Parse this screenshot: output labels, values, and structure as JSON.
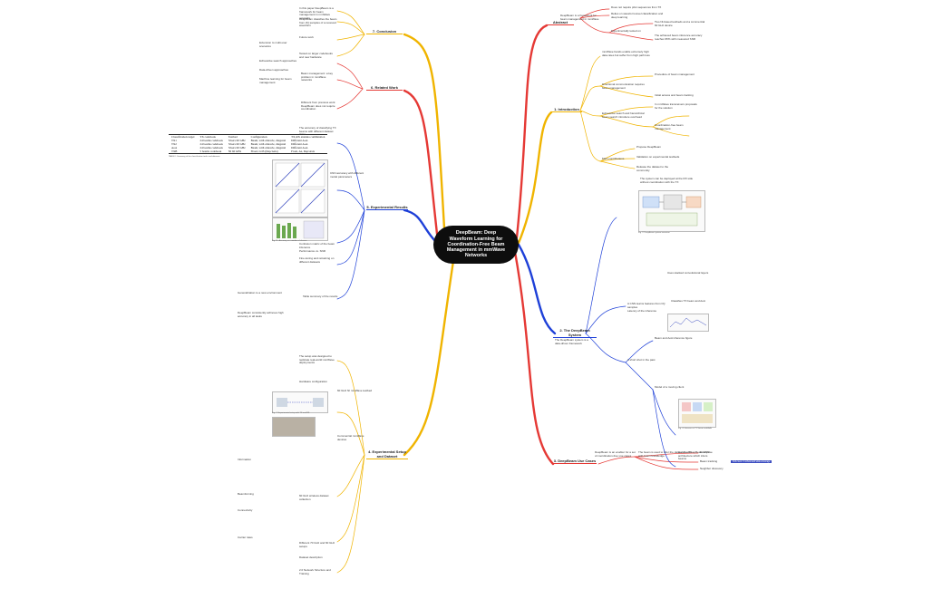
{
  "center": "DeepBeam: Deep Waveform Learning for Coordination-Free Beam Management in mmWave Networks",
  "colors": {
    "abstract": "#e53935",
    "introduction": "#f0b400",
    "system": "#1e40d8",
    "dataset": "#e53935",
    "setup": "#f0b400",
    "results": "#1e40d8",
    "related": "#e53935",
    "conclusion": "#f0b400"
  },
  "branches": {
    "abstract": "Abstract",
    "introduction": "1. Introduction",
    "system": "2. The DeepBeam System",
    "dataset": "3. DeepBeam Use Cases",
    "setup": "4. Experimental Setup and Dataset",
    "results": "5. Experimental Results",
    "related": "6. Related Work",
    "conclusion": "7. Conclusion"
  },
  "abstract": {
    "main": "DeepBeam is a framework for beam management in mmWave",
    "items": [
      "Does not require pilot sequences from TX",
      "Relies on waveform-level classification and deep learning",
      "Experimentally tested on",
      "Two NI-based testbeds and a commercial 60 GHz device",
      "The achieved beam inference accuracy reaches 95% with measured SNR"
    ]
  },
  "introduction": {
    "items": [
      "mmWave bands enable extremely high data rates but suffer from high path loss",
      "Directional communication requires beam management",
      "Procedure of beam management",
      "Initial access and beam tracking",
      "Exhaustive search and hierarchical beam search introduce overhead",
      "In mmWave transceivers proposals for the solution",
      "Coordination-free beam management",
      "Main contributions",
      "Propose DeepBeam",
      "Validation on experimental testbeds",
      "Release the dataset to the community"
    ]
  },
  "system": {
    "items": [
      "The DeepBeam system is a data-driven framework",
      "The system can be deployed at the RX side without coordination with the TX",
      "A CNN learns features from I/Q samples",
      "Classifies TX beam and AoA",
      "Uses stacked convolutional layers",
      "Latency of the inference",
      "Beam and AoA inference figure",
      "A short shot in the past",
      "Model of a moving client",
      "Here's a DeepBeam CNN architecture which infers beams"
    ],
    "figcap1": "Fig. 2: DeepBeam system overview.",
    "figcap2": "Fig. 4: Inference of TX beam and AoA."
  },
  "dataset": {
    "main": "DeepBeam is an enabler for a set of coordination-free use cases",
    "items": [
      "The beam is used to infer the data at the RX with beam knowledge",
      "Enterprise",
      "Beam tracking",
      "Neighbor discovery"
    ],
    "badge": "Full-cover: A robust and wide-coverage"
  },
  "setup": {
    "items": [
      "The setup was designed to replicate real-world mmWave deployments",
      "Hardware configuration",
      "60 GHz NI mmWave testbed",
      "Commercial mmWave devices",
      "Information",
      "Beamforming",
      "Connectivity",
      "Carrier rates",
      "60 GHz wireless dataset collection",
      "Different 70 GHz and 60 GHz setups",
      "Dataset description",
      "2.0 Network Structure and Training"
    ],
    "figcap": "Fig. 7: Experimental setup with TX and RX."
  },
  "results": {
    "table": {
      "headers": [
        "Classification target",
        "TX codebook",
        "Testbed",
        "Configuration",
        "TX-RX antenna combination"
      ],
      "rows": [
        [
          "TX1",
          "24 beams codebook",
          "Sivers 60 GHz",
          "Beam, with obstacle, diagonal",
          "Different AoA"
        ],
        [
          "TX2",
          "24 beams codebook",
          "Sivers 60 GHz",
          "Beam, with obstacle, diagonal",
          "Different AoA"
        ],
        [
          "AoA",
          "24 beams codebook",
          "Sivers 60 GHz",
          "Beam, with obstacle, diagonal",
          "Different AoA"
        ],
        [
          "TXB",
          "5 beams codebook",
          "NI 60 GHz",
          "Fixed, LOS (Dep/Axis)",
          "Front, Az, Dep/Axis"
        ]
      ],
      "caption": "TABLE I: Summary of the classification tasks and datasets."
    },
    "items": [
      "The accuracy of classifying TX beams with different dataset sizes",
      "CNN accuracy with different model parameters",
      "Confusion matrix of the beam inference",
      "Performance vs. SNR",
      "Fine-tuning and retraining on different datasets",
      "Generalization to a new environment",
      "Table summary of the results",
      "DeepBeam consistently achieves high accuracy in all tasks"
    ],
    "figcap": "Fig. 11: Accuracy vs. number of classes."
  },
  "related": {
    "items": [
      "Beam management: a key problem in mmWave networks",
      "Exhaustive search approaches",
      "Data-driven approaches",
      "Machine learning for beam management",
      "Different from previous work DeepBeam does not require coordination"
    ]
  },
  "conclusion": {
    "items": [
      "In this paper DeepBeam is a framework for beam management in mmWave networks",
      "DeepBeam classifies the beam from I/Q samples of a received waveform",
      "Future work",
      "Extension to multi-user scenarios",
      "Tested on larger codebooks and new hardware"
    ]
  }
}
